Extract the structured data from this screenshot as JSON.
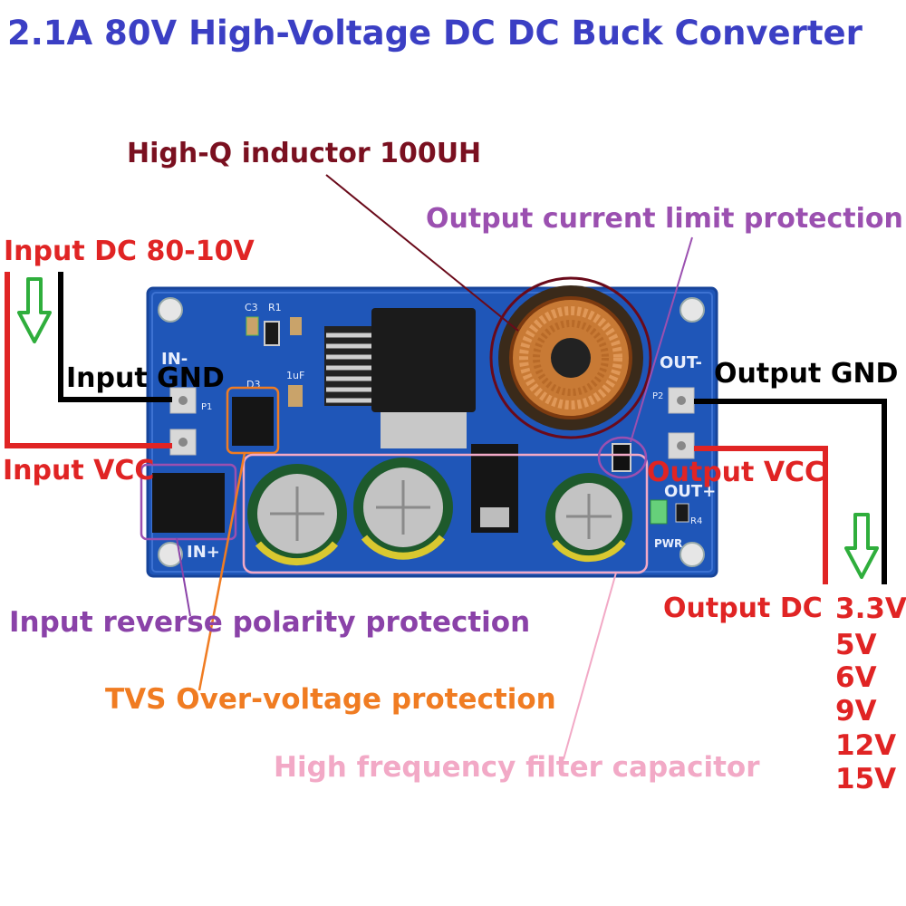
{
  "title": "2.1A 80V High-Voltage DC DC Buck Converter",
  "labels": {
    "inductor": "High-Q inductor 100UH",
    "current_limit": "Output current limit protection",
    "input_dc": "Input DC 80-10V",
    "input_gnd": "Input GND",
    "output_gnd": "Output GND",
    "input_vcc": "Input VCC",
    "output_vcc": "Output VCC",
    "output_dc": "Output DC",
    "reverse_polarity": "Input reverse  polarity protection",
    "tvs": "TVS Over-voltage protection",
    "hf_filter": "High frequency filter capacitor"
  },
  "output_voltages": [
    "3.3V",
    "5V",
    "6V",
    "9V",
    "12V",
    "15V"
  ],
  "board_silkscreen": {
    "in_minus": "IN-",
    "in_plus": "IN+",
    "out_minus": "OUT-",
    "out_plus": "OUT+",
    "pwr": "PWR",
    "c3": "C3",
    "r1": "R1",
    "d3": "D3",
    "uf": "1uF",
    "p1": "P1",
    "p2": "P2",
    "r4": "R4"
  },
  "colors": {
    "title": "#3b3fc4",
    "pcb": "#1f56b8",
    "red_wire": "#e02424",
    "black_wire": "#000000",
    "green_arrow": "#2fae3c",
    "inductor_ring": "#6a0a1a",
    "tvs_box": "#f07c22",
    "purple_box": "#9b50b0",
    "pink_box": "#f2a9c6"
  }
}
